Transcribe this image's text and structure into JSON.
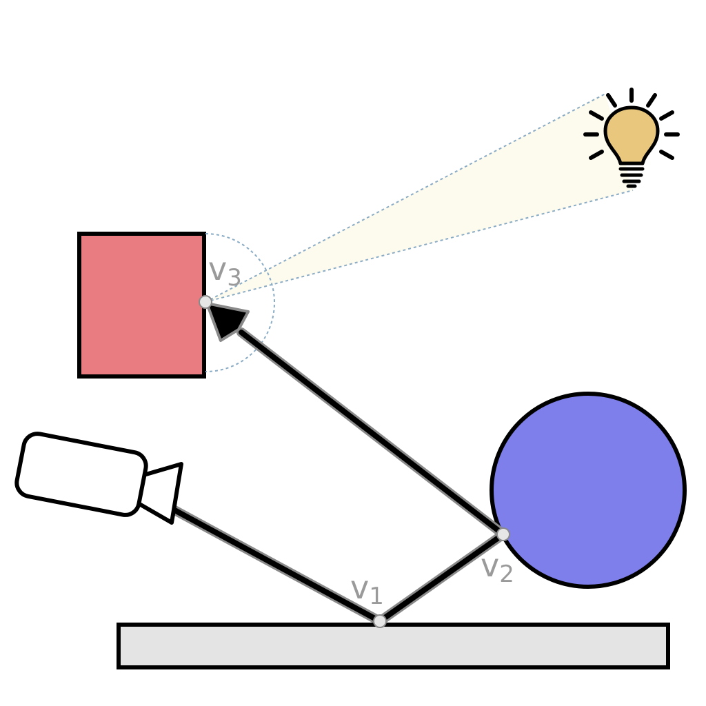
{
  "vertices": [
    {
      "letter": "v",
      "index": "1"
    },
    {
      "letter": "v",
      "index": "2"
    },
    {
      "letter": "v",
      "index": "3"
    }
  ],
  "icons": {
    "camera": "camera-icon",
    "light": "light-bulb-icon"
  },
  "colors": {
    "cube": "#e97c80",
    "sphere": "#7e7fea",
    "floor": "#e4e4e4",
    "bulb": "#e9c77c",
    "light_cone": "#fdfaee",
    "guide": "#8aabc4",
    "path": "#000000",
    "path_halo": "#8a8a8a",
    "vertex_dot": "#e6e6e6",
    "label": "#9a9a9a"
  }
}
